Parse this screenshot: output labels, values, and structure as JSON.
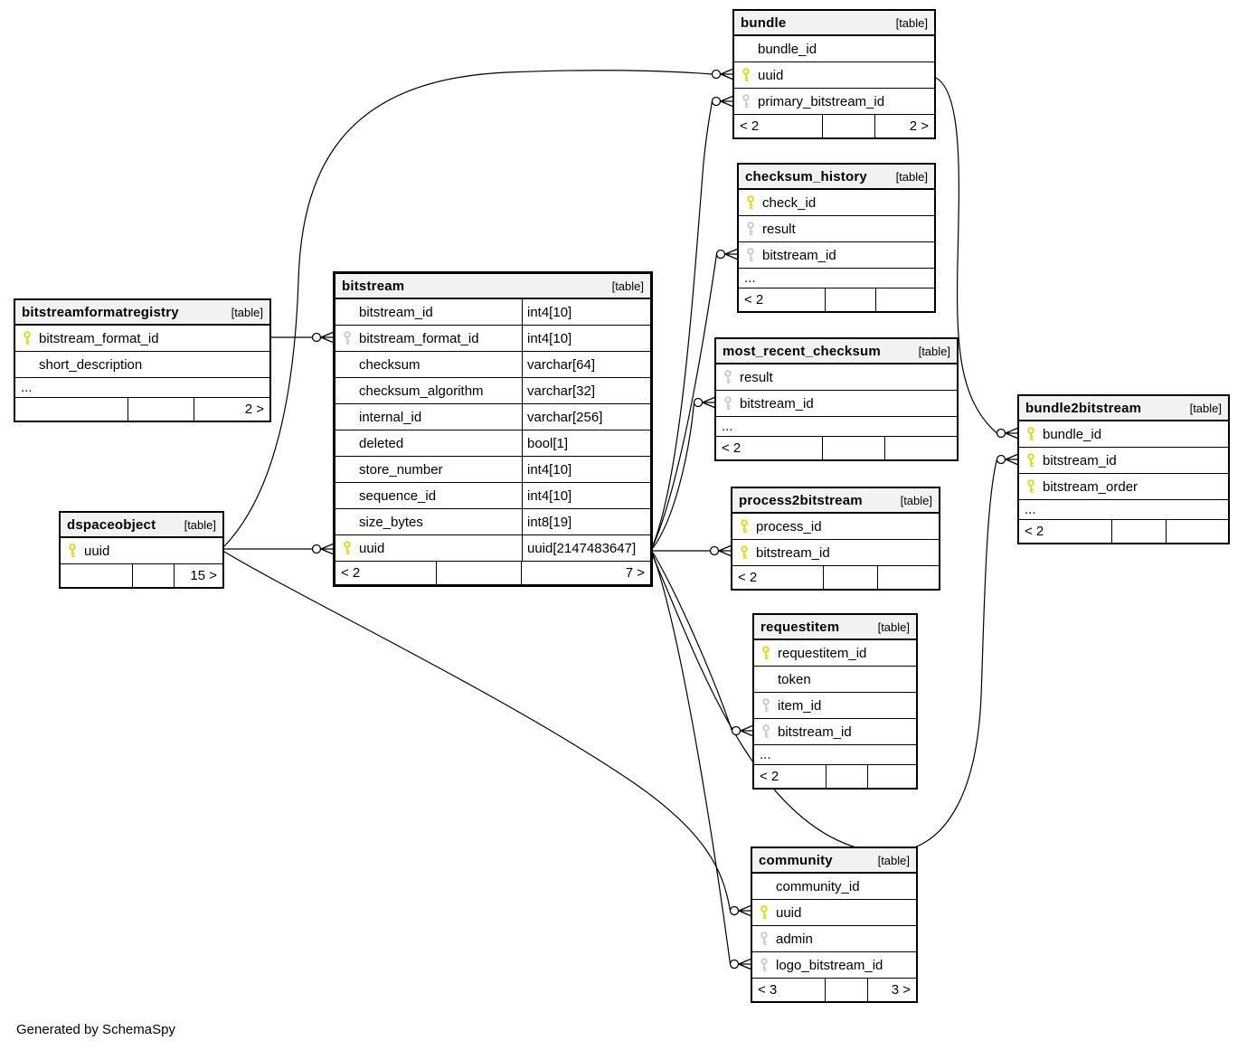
{
  "diagram": {
    "credit": "Generated by SchemaSpy"
  },
  "colors": {
    "primary_key": "#dcdc00",
    "foreign_key": "#c9c9c9",
    "header_bg": "#f2f2f2",
    "border": "#000000",
    "background": "#ffffff"
  },
  "tables": {
    "bundle": {
      "name": "bundle",
      "type_label": "[table]",
      "columns": [
        {
          "name": "bundle_id",
          "key": "none"
        },
        {
          "name": "uuid",
          "key": "pk"
        },
        {
          "name": "primary_bitstream_id",
          "key": "fk"
        }
      ],
      "footer": {
        "left": "< 2",
        "mid": "",
        "right": "2 >"
      }
    },
    "checksum_history": {
      "name": "checksum_history",
      "type_label": "[table]",
      "columns": [
        {
          "name": "check_id",
          "key": "pk"
        },
        {
          "name": "result",
          "key": "fk"
        },
        {
          "name": "bitstream_id",
          "key": "fk"
        }
      ],
      "ellipsis": "...",
      "footer": {
        "left": "< 2",
        "mid": "",
        "right": ""
      }
    },
    "most_recent_checksum": {
      "name": "most_recent_checksum",
      "type_label": "[table]",
      "columns": [
        {
          "name": "result",
          "key": "fk"
        },
        {
          "name": "bitstream_id",
          "key": "fk"
        }
      ],
      "ellipsis": "...",
      "footer": {
        "left": "< 2",
        "mid": "",
        "right": ""
      }
    },
    "process2bitstream": {
      "name": "process2bitstream",
      "type_label": "[table]",
      "columns": [
        {
          "name": "process_id",
          "key": "pk"
        },
        {
          "name": "bitstream_id",
          "key": "pk"
        }
      ],
      "footer": {
        "left": "< 2",
        "mid": "",
        "right": ""
      }
    },
    "requestitem": {
      "name": "requestitem",
      "type_label": "[table]",
      "columns": [
        {
          "name": "requestitem_id",
          "key": "pk"
        },
        {
          "name": "token",
          "key": "none"
        },
        {
          "name": "item_id",
          "key": "fk"
        },
        {
          "name": "bitstream_id",
          "key": "fk"
        }
      ],
      "ellipsis": "...",
      "footer": {
        "left": "< 2",
        "mid": "",
        "right": ""
      }
    },
    "community": {
      "name": "community",
      "type_label": "[table]",
      "columns": [
        {
          "name": "community_id",
          "key": "none"
        },
        {
          "name": "uuid",
          "key": "pk"
        },
        {
          "name": "admin",
          "key": "fk"
        },
        {
          "name": "logo_bitstream_id",
          "key": "fk"
        }
      ],
      "footer": {
        "left": "< 3",
        "mid": "",
        "right": "3 >"
      }
    },
    "bundle2bitstream": {
      "name": "bundle2bitstream",
      "type_label": "[table]",
      "columns": [
        {
          "name": "bundle_id",
          "key": "pk"
        },
        {
          "name": "bitstream_id",
          "key": "pk"
        },
        {
          "name": "bitstream_order",
          "key": "pk"
        }
      ],
      "ellipsis": "...",
      "footer": {
        "left": "< 2",
        "mid": "",
        "right": ""
      }
    },
    "bitstreamformatregistry": {
      "name": "bitstreamformatregistry",
      "type_label": "[table]",
      "columns": [
        {
          "name": "bitstream_format_id",
          "key": "pk"
        },
        {
          "name": "short_description",
          "key": "none"
        }
      ],
      "ellipsis": "...",
      "footer": {
        "left": "",
        "mid": "",
        "right": "2 >"
      }
    },
    "bitstream": {
      "name": "bitstream",
      "type_label": "[table]",
      "columns": [
        {
          "name": "bitstream_id",
          "key": "none",
          "type": "int4[10]"
        },
        {
          "name": "bitstream_format_id",
          "key": "fk",
          "type": "int4[10]"
        },
        {
          "name": "checksum",
          "key": "none",
          "type": "varchar[64]"
        },
        {
          "name": "checksum_algorithm",
          "key": "none",
          "type": "varchar[32]"
        },
        {
          "name": "internal_id",
          "key": "none",
          "type": "varchar[256]"
        },
        {
          "name": "deleted",
          "key": "none",
          "type": "bool[1]"
        },
        {
          "name": "store_number",
          "key": "none",
          "type": "int4[10]"
        },
        {
          "name": "sequence_id",
          "key": "none",
          "type": "int4[10]"
        },
        {
          "name": "size_bytes",
          "key": "none",
          "type": "int8[19]"
        },
        {
          "name": "uuid",
          "key": "pk",
          "type": "uuid[2147483647]"
        }
      ],
      "footer": {
        "left": "< 2",
        "mid": "",
        "right": "7 >"
      }
    },
    "dspaceobject": {
      "name": "dspaceobject",
      "type_label": "[table]",
      "columns": [
        {
          "name": "uuid",
          "key": "pk"
        }
      ],
      "footer": {
        "left": "",
        "mid": "",
        "right": "15 >"
      }
    }
  },
  "relationships": [
    {
      "from": "bitstreamformatregistry.bitstream_format_id",
      "to": "bitstream.bitstream_format_id"
    },
    {
      "from": "dspaceobject.uuid",
      "to": "bitstream.uuid"
    },
    {
      "from": "dspaceobject.uuid",
      "to": "bundle.uuid"
    },
    {
      "from": "dspaceobject.uuid",
      "to": "community.uuid"
    },
    {
      "from": "bitstream.uuid",
      "to": "bundle.primary_bitstream_id"
    },
    {
      "from": "bitstream.uuid",
      "to": "checksum_history.bitstream_id"
    },
    {
      "from": "bitstream.uuid",
      "to": "most_recent_checksum.bitstream_id"
    },
    {
      "from": "bitstream.uuid",
      "to": "process2bitstream.bitstream_id"
    },
    {
      "from": "bitstream.uuid",
      "to": "requestitem.bitstream_id"
    },
    {
      "from": "bitstream.uuid",
      "to": "community.logo_bitstream_id"
    },
    {
      "from": "bitstream.uuid",
      "to": "bundle2bitstream.bitstream_id"
    },
    {
      "from": "bundle.uuid",
      "to": "bundle2bitstream.bundle_id"
    }
  ]
}
